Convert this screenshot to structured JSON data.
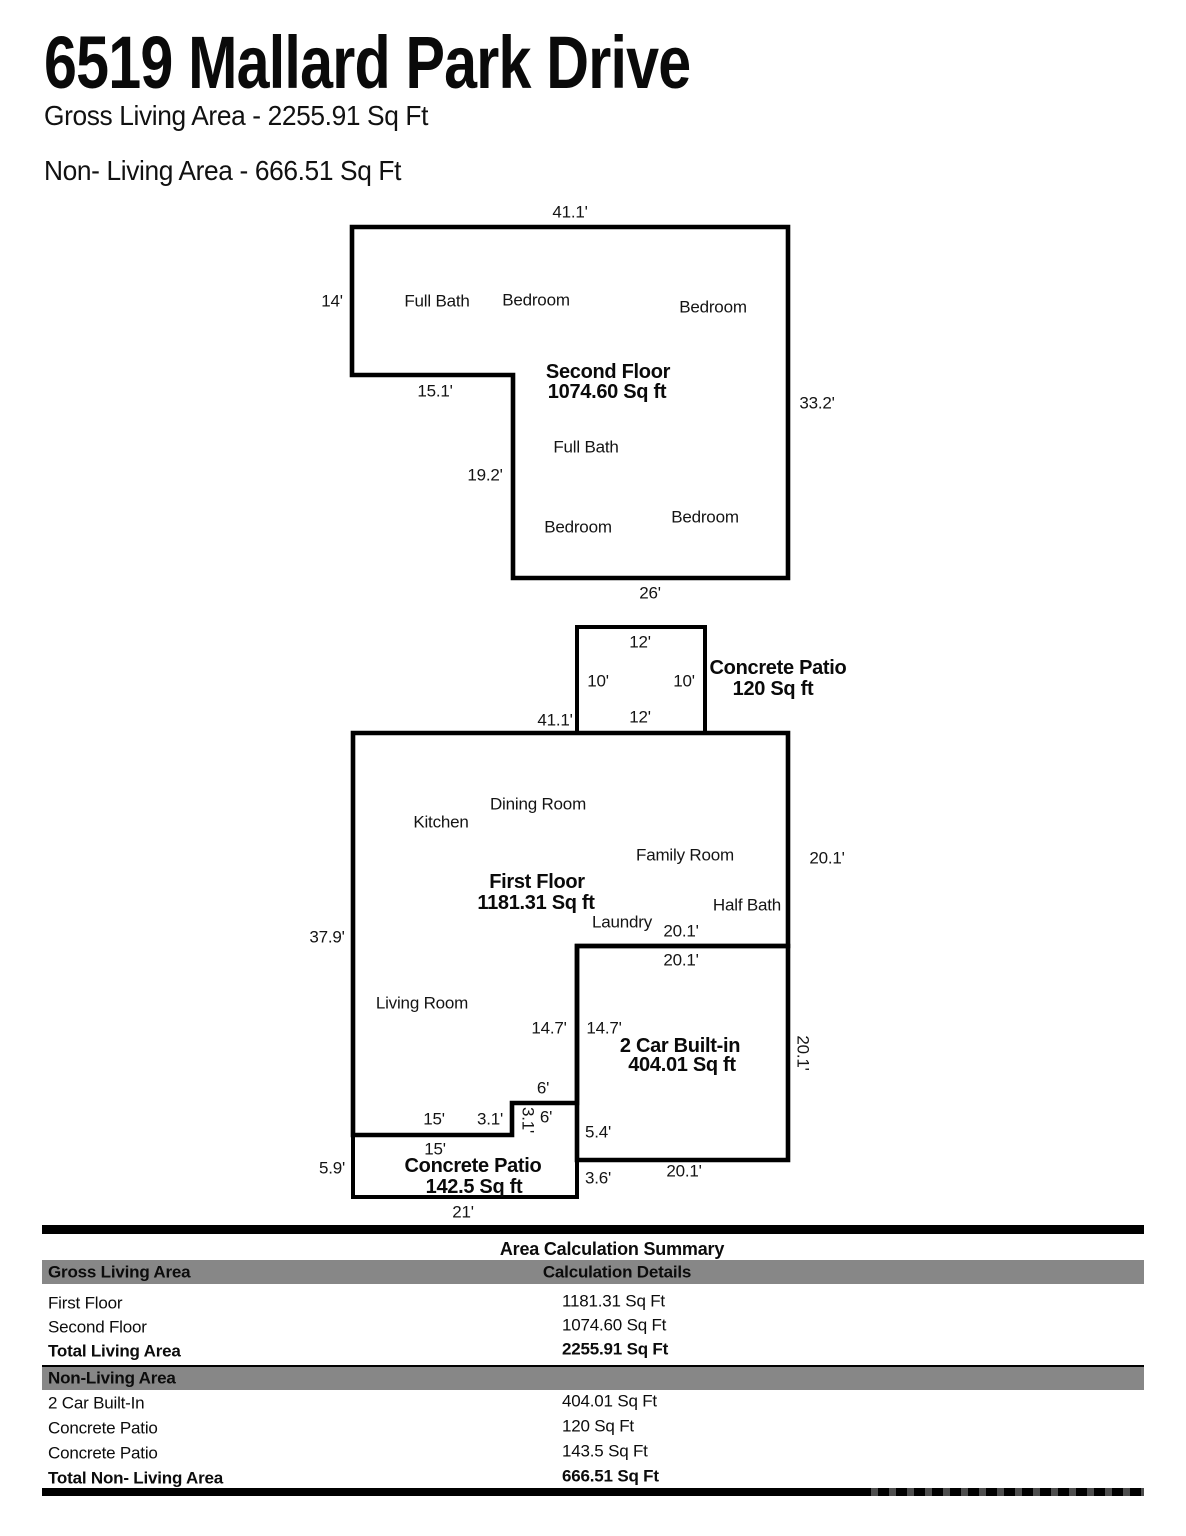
{
  "header": {
    "title": "6519 Mallard Park Drive",
    "subtitle_gross": "Gross Living Area - 2255.91 Sq Ft",
    "subtitle_nonliving": "Non- Living Area - 666.51 Sq Ft"
  },
  "second_floor": {
    "name": "Second Floor",
    "area": "1074.60 Sq ft",
    "dims": {
      "top": "41.1'",
      "left": "14'",
      "step": "15.1'",
      "inner": "19.2'",
      "right": "33.2'",
      "bottom": "26'"
    },
    "rooms": {
      "full_bath_upper": "Full Bath",
      "bedroom_upper_left": "Bedroom",
      "bedroom_upper_right": "Bedroom",
      "full_bath_lower": "Full Bath",
      "bedroom_lower_left": "Bedroom",
      "bedroom_lower_right": "Bedroom"
    }
  },
  "patio_upper": {
    "name": "Concrete Patio",
    "area": "120 Sq ft",
    "dims": {
      "top": "12'",
      "left": "10'",
      "right": "10'",
      "bottom": "12'"
    }
  },
  "first_floor": {
    "name": "First Floor",
    "area": "1181.31 Sq ft",
    "dims": {
      "top": "41.1'",
      "left": "37.9'",
      "right": "20.1'",
      "garage_wall_upper": "20.1'",
      "garage_wall_lower": "20.1'",
      "left_wall_lower": "14.7'",
      "step_top": "6'",
      "bottom_left": "15'",
      "bottom_step": "3.1'"
    },
    "rooms": {
      "kitchen": "Kitchen",
      "dining": "Dining Room",
      "family": "Family Room",
      "laundry": "Laundry",
      "half_bath": "Half Bath",
      "living": "Living Room"
    }
  },
  "garage": {
    "name": "2 Car Built-in",
    "area": "404.01 Sq ft",
    "dims": {
      "left": "14.7'",
      "right": "20.1'",
      "bottom": "20.1'",
      "left_lower": "5.4'"
    }
  },
  "patio_lower": {
    "name": "Concrete Patio",
    "area": "142.5 Sq ft",
    "dims": {
      "top": "15'",
      "left": "5.9'",
      "bottom": "21'",
      "notch_vert": "3.1'",
      "notch_horiz": "6'",
      "right": "3.6'"
    }
  },
  "summary": {
    "title": "Area Calculation Summary",
    "header_left": "Gross Living Area",
    "header_center": "Calculation Details",
    "gross_rows": [
      {
        "label": "First Floor",
        "value": "1181.31 Sq Ft"
      },
      {
        "label": "Second Floor",
        "value": "1074.60 Sq Ft"
      },
      {
        "label": "Total Living Area",
        "value": "2255.91 Sq Ft"
      }
    ],
    "nonliving_header": "Non-Living Area",
    "nonliving_rows": [
      {
        "label": "2 Car Built-In",
        "value": "404.01 Sq Ft"
      },
      {
        "label": "Concrete Patio",
        "value": "120 Sq Ft"
      },
      {
        "label": "Concrete Patio",
        "value": "143.5 Sq Ft"
      },
      {
        "label": "Total Non- Living Area",
        "value": "666.51 Sq Ft"
      }
    ]
  },
  "colors": {
    "band_gray": "#878787",
    "line_black": "#000000"
  }
}
